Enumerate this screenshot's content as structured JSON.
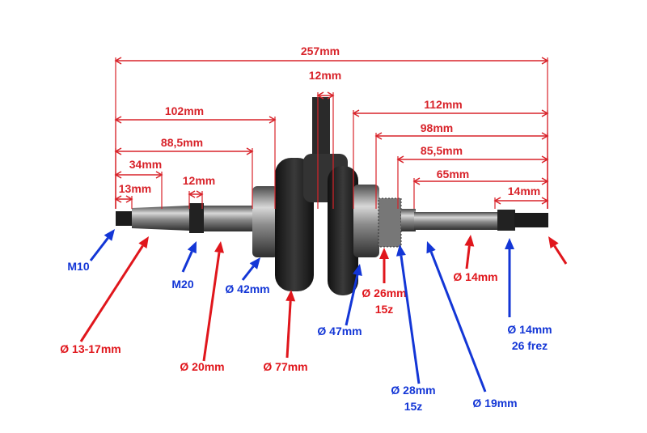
{
  "colors": {
    "dimension": "#d8232a",
    "callout_red": "#e0161c",
    "callout_blue": "#1336d6"
  },
  "dimensions": [
    {
      "id": "overall-length",
      "label": "257mm"
    },
    {
      "id": "conrod-width",
      "label": "12mm"
    },
    {
      "id": "left-to-web",
      "label": "102mm"
    },
    {
      "id": "right-to-web",
      "label": "112mm"
    },
    {
      "id": "right-to-bearing",
      "label": "98mm"
    },
    {
      "id": "left-to-bearing",
      "label": "88,5mm"
    },
    {
      "id": "right-to-gear",
      "label": "85,5mm"
    },
    {
      "id": "left-taper",
      "label": "34mm"
    },
    {
      "id": "right-shaft",
      "label": "65mm"
    },
    {
      "id": "left-thread",
      "label": "13mm"
    },
    {
      "id": "m20-thread-width",
      "label": "12mm"
    },
    {
      "id": "right-thread",
      "label": "14mm"
    }
  ],
  "callouts": [
    {
      "id": "m10",
      "color": "blue",
      "lines": [
        "M10"
      ]
    },
    {
      "id": "taper",
      "color": "red",
      "lines": [
        "Ø 13-17mm"
      ]
    },
    {
      "id": "m20",
      "color": "blue",
      "lines": [
        "M20"
      ]
    },
    {
      "id": "shaft-20",
      "color": "red",
      "lines": [
        "Ø 20mm"
      ]
    },
    {
      "id": "bearing-42",
      "color": "blue",
      "lines": [
        "Ø 42mm"
      ]
    },
    {
      "id": "web-77",
      "color": "red",
      "lines": [
        "Ø 77mm"
      ]
    },
    {
      "id": "bearing-47",
      "color": "blue",
      "lines": [
        "Ø 47mm"
      ]
    },
    {
      "id": "gear-26",
      "color": "red",
      "lines": [
        "Ø 26mm",
        "15z"
      ]
    },
    {
      "id": "gear-28",
      "color": "blue",
      "lines": [
        "Ø 28mm",
        "15z"
      ]
    },
    {
      "id": "shaft-19",
      "color": "blue",
      "lines": [
        "Ø 19mm"
      ]
    },
    {
      "id": "shaft-14",
      "color": "red",
      "lines": [
        "Ø 14mm"
      ]
    },
    {
      "id": "spline-14",
      "color": "blue",
      "lines": [
        "Ø 14mm",
        "26 frez"
      ]
    },
    {
      "id": "right-end",
      "color": "red",
      "lines": []
    }
  ]
}
